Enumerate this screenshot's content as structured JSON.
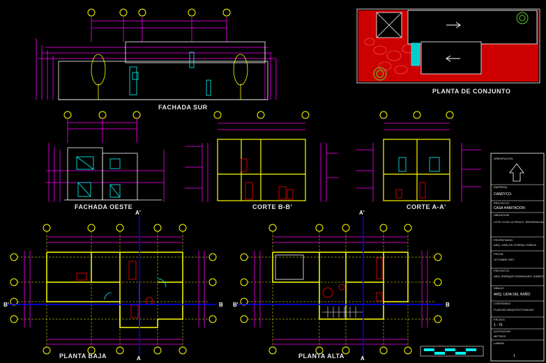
{
  "views": {
    "fachada_sur": "FACHADA SUR",
    "fachada_oeste": "FACHADA OESTE",
    "corte_bb": "CORTE B-B'",
    "corte_aa": "CORTE A-A'",
    "planta_baja": "PLANTA BAJA",
    "planta_alta": "PLANTA ALTA",
    "planta_conjunto": "PLANTA DE CONJUNTO"
  },
  "section_markers": {
    "a_prime": "A'",
    "a": "A",
    "b_prime": "B'",
    "b": "B"
  },
  "title_block": {
    "orientation": "ORIENTACION",
    "company_label": "EMPRESA",
    "company": "CANDYCO.",
    "project_label": "PROYECTO",
    "project": "CASA HABITACION",
    "location_label": "UBICACION",
    "location": "LOTE 24 MZ 16 FRACC. RESIDENCIAL",
    "owner_label": "PROPIETARIO",
    "owner": "ARQ. CARLOS CORRAL ZUÑIGA",
    "date_label": "FECHA",
    "date": "OCTUBRE 2007",
    "designer_label": "PROYECTO",
    "designer": "ARQ. ENRIQUE DOMINGUEZ JUAREZ",
    "drawn_label": "DIBUJO",
    "drawn": "ARQ. LIDIA DEL BAÑO",
    "content_label": "CONTENIDO",
    "content": "PLANTAS ARQUITECTONICAS",
    "scale_label": "ESCALA",
    "scale": "1 : 75",
    "units_label": "ACOTACION",
    "units": "METROS",
    "sheet_label": "LAMINA",
    "sheet": "1"
  },
  "colors": {
    "background": "#000000",
    "dimension": "#ff00ff",
    "wall": "#ffff00",
    "grid_axis": "#ffff00",
    "section_line": "#0000ff",
    "furniture": "#ff0000",
    "glazing": "#00ffff",
    "site_ground": "#cc0000"
  }
}
